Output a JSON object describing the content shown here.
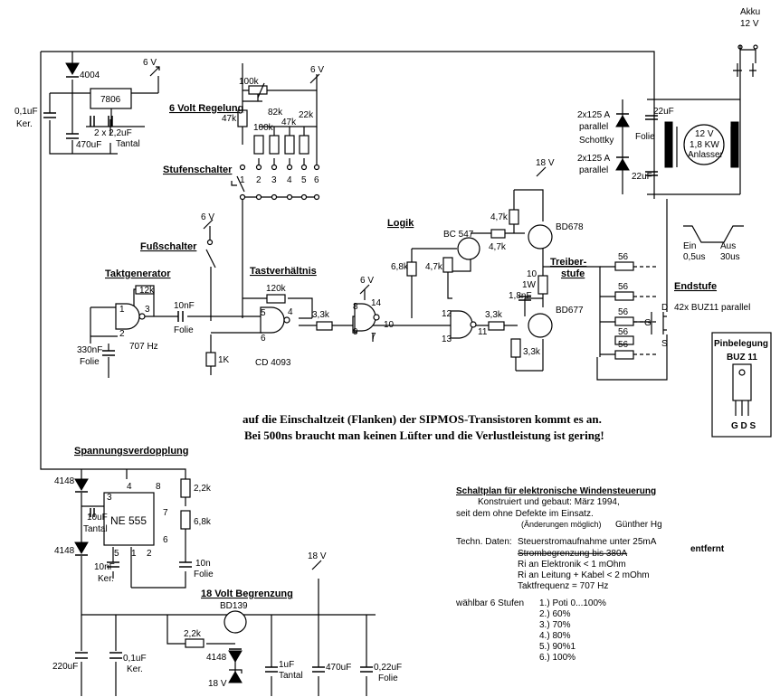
{
  "sections": {
    "regulation": "6 Volt Regelung",
    "stage_switch": "Stufenschalter",
    "foot_switch": "Fußschalter",
    "clock_gen": "Taktgenerator",
    "duty": "Tastverhältnis",
    "logic": "Logik",
    "driver_l1": "Treiber-",
    "driver_l2": "stufe",
    "output_stage": "Endstufe",
    "doubler": "Spannungsverdopplung",
    "limit_18": "18 Volt Begrenzung"
  },
  "supply": {
    "battery_l1": "Akku",
    "battery_l2": "12 V",
    "v6": "6 V",
    "v18": "18 V"
  },
  "parts": {
    "d4004": "4004",
    "reg": "7806",
    "c01_l1": "0,1uF",
    "c01_l2": "Ker.",
    "c470": "470uF",
    "tantal_l1": "2 x 2,2uF",
    "tantal_l2": "Tantal",
    "pot": "100k",
    "r47a": "47k",
    "r82": "82k",
    "r100": "100k",
    "r47b": "47k",
    "r22": "22k",
    "sw_nums": [
      "1",
      "2",
      "3",
      "4",
      "5",
      "6"
    ],
    "r12k": "12k",
    "c10n": "10nF",
    "folie": "Folie",
    "freq": "707 Hz",
    "c330_l1": "330nF",
    "c330_l2": "Folie",
    "r1k": "1K",
    "r120": "120k",
    "r33a": "3,3k",
    "ic": "CD 4093",
    "r68": "6,8k",
    "r47c": "4,7k",
    "r47d": "4,7k",
    "r47e": "4,7k",
    "bc547": "BC 547",
    "bd678": "BD678",
    "bd677": "BD677",
    "r10": "10",
    "r10w": "1W",
    "c18n": "1,8nF",
    "r33b": "3,3k",
    "r33c": "3,3k",
    "r56": [
      "56",
      "56",
      "56",
      "56",
      "56"
    ],
    "buz": "42x BUZ11 parallel",
    "schottky_l1": "2x125 A",
    "schottky_l2": "parallel",
    "schottky_l3": "Schottky",
    "c22u_a": "22uF",
    "c22u_b": "22uF",
    "c22_folie": "Folie",
    "motor_l1": "12 V",
    "motor_l2": "1,8 KW",
    "motor_l3": "Anlasser",
    "g": "G",
    "d": "D",
    "s": "S",
    "timing_on": "Ein",
    "timing_on_t": "0,5us",
    "timing_off": "Aus",
    "timing_off_t": "30us",
    "pin_title": "Pinbelegung",
    "pin_part": "BUZ 11",
    "pin_letters": "G D S",
    "d4148": "4148",
    "ne555": "NE 555",
    "c10u": "10uF",
    "c10u_t": "Tantal",
    "r22k": "2,2k",
    "r68k": "6,8k",
    "c10nf": "10nF",
    "c10nf_k": "Ker.",
    "c10n_b": "10n",
    "c10n_bf": "Folie",
    "c220": "220uF",
    "c01b_l1": "0,1uF",
    "c01b_l2": "Ker.",
    "bd139": "BD139",
    "r22k_b": "2,2k",
    "d4148b": "4148",
    "z18": "18 V",
    "c1u": "1uF",
    "c1u_t": "Tantal",
    "c470b": "470uF",
    "c022": "0,22uF",
    "c022_f": "Folie"
  },
  "note": {
    "line1": "auf die Einschaltzeit (Flanken) der SIPMOS-Transistoren kommt es an.",
    "line2": "Bei 500ns braucht man keinen Lüfter und die Verlustleistung ist gering!"
  },
  "info": {
    "title": "Schaltplan für elektronische Windensteuerung",
    "built": "Konstruiert und gebaut: März 1994,",
    "since": "seit dem ohne Defekte  im Einsatz.",
    "changes": "(Änderungen möglich)",
    "author": "Günther Hg",
    "tech_label": "Techn. Daten:",
    "tech": [
      "Steuerstromaufnahme unter 25mA",
      "Strombegrenzung bis 380A",
      "Ri an Elektronik < 1 mOhm",
      "Ri an Leitung + Kabel < 2 mOhm",
      "Taktfrequenz = 707 Hz"
    ],
    "removed": "entfernt",
    "stages_label": "wählbar 6 Stufen",
    "stages": [
      "1.)  Poti   0...100%",
      "2.)  60%",
      "3.)  70%",
      "4.)  80%",
      "5.)  90%1",
      "6.)  100%"
    ]
  }
}
